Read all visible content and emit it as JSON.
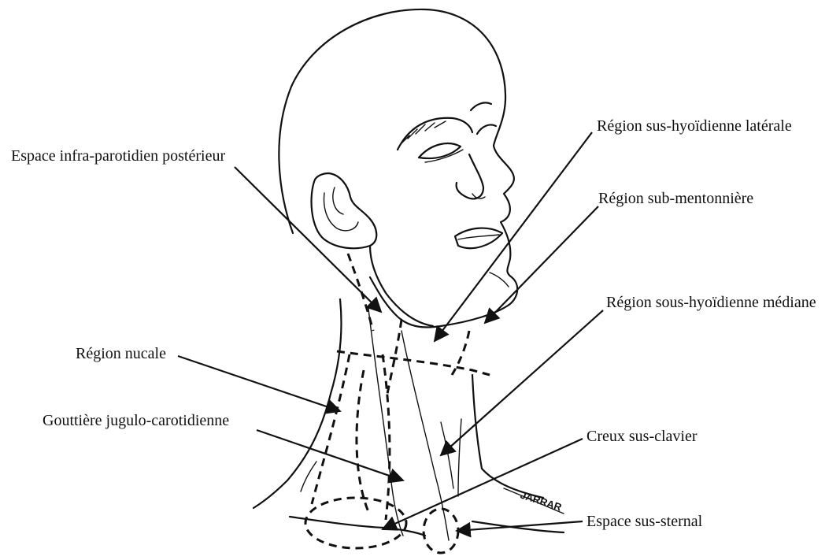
{
  "labels": {
    "espace_infra_parotidien": "Espace infra-parotidien postérieur",
    "sus_hyoidienne_laterale": "Région sus-hyoïdienne latérale",
    "sub_mentonniere": "Région sub-mentonnière",
    "sous_hyoidienne_mediane": "Région sous-hyoïdienne médiane",
    "nucale": "Région nucale",
    "gouttiere": "Gouttière jugulo-carotidienne",
    "creux_sus_clavier": "Creux sus-clavier",
    "espace_sus_sternal": "Espace sus-sternal"
  },
  "signature": "JARRAR"
}
